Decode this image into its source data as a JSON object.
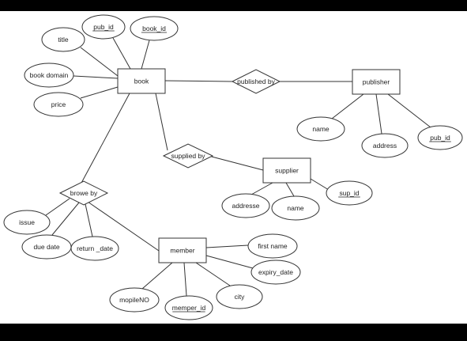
{
  "entities": [
    {
      "id": "book",
      "label": "book"
    },
    {
      "id": "publisher",
      "label": "publisher"
    },
    {
      "id": "supplier",
      "label": "supplier"
    },
    {
      "id": "member",
      "label": "member"
    }
  ],
  "relationships": [
    {
      "id": "published_by",
      "label": "published by",
      "connects": [
        "book",
        "publisher"
      ]
    },
    {
      "id": "supplied_by",
      "label": "supplied by",
      "connects": [
        "book",
        "supplier"
      ]
    },
    {
      "id": "browe_by",
      "label": "browe by",
      "connects": [
        "book",
        "member"
      ]
    }
  ],
  "attributes": [
    {
      "id": "title",
      "label": "title",
      "key": false,
      "of": "book"
    },
    {
      "id": "pub_id_book",
      "label": "pub_id",
      "key": true,
      "of": "book"
    },
    {
      "id": "book_id",
      "label": "book_id",
      "key": true,
      "of": "book"
    },
    {
      "id": "book_domain",
      "label": "book domain",
      "key": false,
      "of": "book"
    },
    {
      "id": "price",
      "label": "price",
      "key": false,
      "of": "book"
    },
    {
      "id": "pub_name",
      "label": "name",
      "key": false,
      "of": "publisher"
    },
    {
      "id": "pub_address",
      "label": "address",
      "key": false,
      "of": "publisher"
    },
    {
      "id": "pub_id_publisher",
      "label": "pub_id",
      "key": true,
      "of": "publisher"
    },
    {
      "id": "sup_addresse",
      "label": "addresse",
      "key": false,
      "of": "supplier"
    },
    {
      "id": "sup_name",
      "label": "name",
      "key": false,
      "of": "supplier"
    },
    {
      "id": "sup_id",
      "label": "sup_id",
      "key": true,
      "of": "supplier"
    },
    {
      "id": "issue",
      "label": "issue",
      "key": false,
      "of": "browe_by"
    },
    {
      "id": "due_date",
      "label": "due date",
      "key": false,
      "of": "browe_by"
    },
    {
      "id": "return_date",
      "label": "return _date",
      "key": false,
      "of": "browe_by"
    },
    {
      "id": "first_name",
      "label": "first name",
      "key": false,
      "of": "member"
    },
    {
      "id": "expiry_date",
      "label": "expiry_date",
      "key": false,
      "of": "member"
    },
    {
      "id": "city",
      "label": "city",
      "key": false,
      "of": "member"
    },
    {
      "id": "memper_id",
      "label": "memper_id",
      "key": true,
      "of": "member"
    },
    {
      "id": "mopileNO",
      "label": "mopileNO",
      "key": false,
      "of": "member"
    }
  ]
}
